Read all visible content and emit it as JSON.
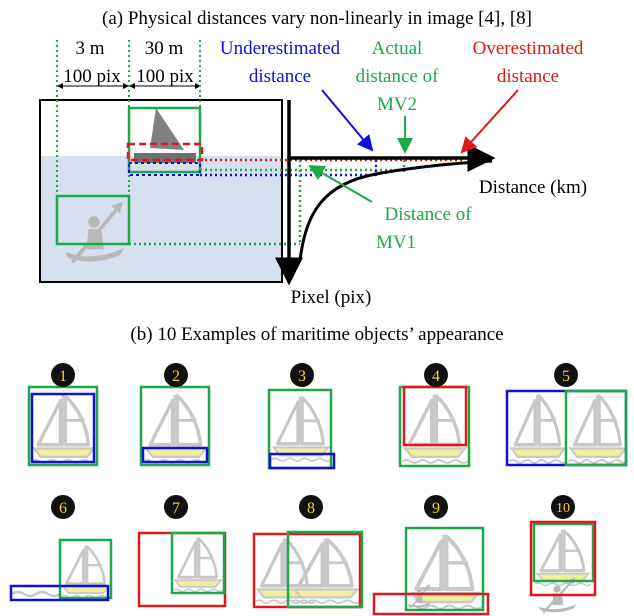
{
  "panel_a": {
    "title": "(a) Physical distances vary non-linearly in image [4], [8]",
    "dim_left_m": "3 m",
    "dim_right_m": "30 m",
    "dim_left_pix": "100 pix",
    "dim_right_pix": "100 pix",
    "label_under_1": "Underestimated",
    "label_under_2": "distance",
    "label_actual_1": "Actual",
    "label_actual_2": "distance of",
    "label_actual_3": "MV2",
    "label_over_1": "Overestimated",
    "label_over_2": "distance",
    "label_mv1_1": "Distance of",
    "label_mv1_2": "MV1",
    "axis_x": "Distance (km)",
    "axis_y": "Pixel (pix)"
  },
  "panel_b": {
    "title": "(b) 10 Examples of maritime objects’ appearance",
    "examples": [
      "1",
      "2",
      "3",
      "4",
      "5",
      "6",
      "7",
      "8",
      "9",
      "10"
    ]
  },
  "colors": {
    "ground_truth": "#1fa84a",
    "underestimated": "#1010d8",
    "overestimated": "#e01818",
    "water": "#d6e0ee",
    "boat": "#c8c8c8",
    "hull": "#f2ee9a",
    "badge": "#111111",
    "badge_text": "#f2d21a"
  }
}
